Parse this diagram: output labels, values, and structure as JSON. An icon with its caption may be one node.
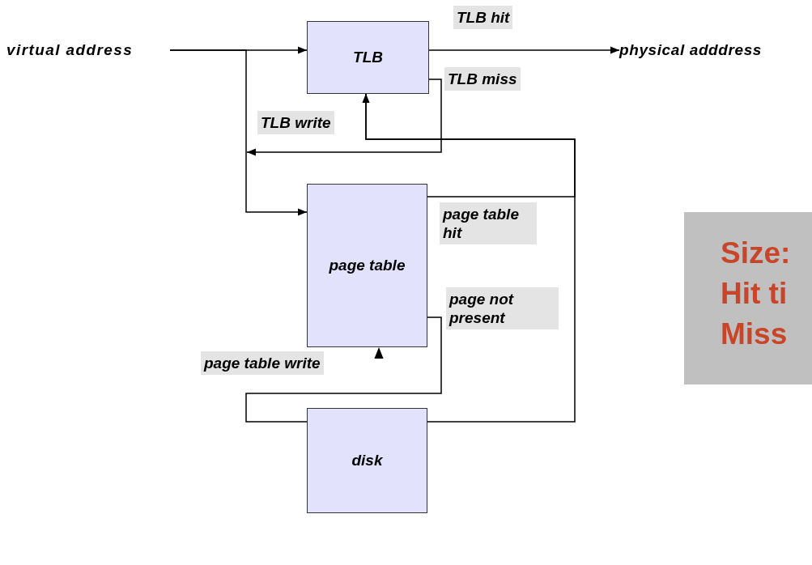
{
  "diagram": {
    "nodes": [
      {
        "text": [
          "virtual address"
        ]
      },
      {
        "text": [
          "TLB"
        ]
      },
      {
        "text": [
          "physical adddress"
        ]
      },
      {
        "text": [
          "page table"
        ]
      },
      {
        "text": [
          "disk"
        ]
      },
      {
        "text": [
          "Size:",
          "Hit ti",
          "Miss"
        ]
      }
    ],
    "edges": [
      {
        "from": 0,
        "to": 1,
        "arrow": "to"
      },
      {
        "from": 0,
        "to": 3,
        "arrow": "to"
      },
      {
        "from": 1,
        "to": 2,
        "arrow": "to",
        "label": "TLB hit"
      },
      {
        "from": 1,
        "to": null,
        "arrow": "to",
        "label": "TLB miss"
      },
      {
        "from": 3,
        "to": 1,
        "arrow": "to",
        "label": "page table hit"
      },
      {
        "from": 4,
        "to": 1,
        "arrow": "to"
      },
      {
        "from": 3,
        "to": 4,
        "arrow": "none",
        "label": "page not present"
      },
      {
        "from": null,
        "to": 3,
        "arrow": "to",
        "label": "page table write"
      }
    ],
    "labels": [
      "TLB write"
    ]
  }
}
